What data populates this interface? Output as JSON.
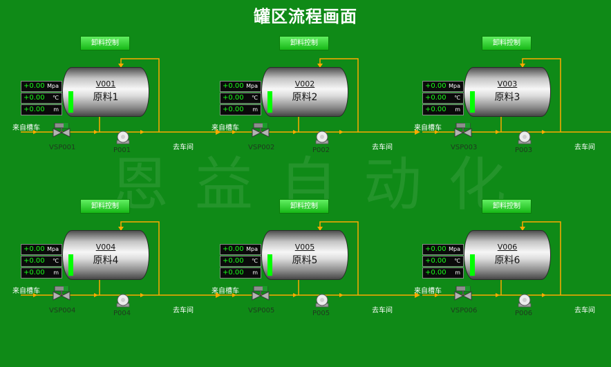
{
  "title": "罐区流程画面",
  "watermark": "恩益自动化",
  "colors": {
    "background": "#0f8a17",
    "pipe": "#ffaa00",
    "button": "#35d335",
    "level": "#00ff00",
    "gauge_value": "#19ff19"
  },
  "labels": {
    "control_button": "卸料控制",
    "source": "来自槽车",
    "destination": "去车间"
  },
  "units": [
    {
      "tank_id": "V001",
      "tank_name": "原料1",
      "valve_id": "VSP001",
      "pump_id": "P001",
      "gauges": [
        {
          "value": "+0.00",
          "unit": "Mpa"
        },
        {
          "value": "+0.00",
          "unit": "℃"
        },
        {
          "value": "+0.00",
          "unit": "m"
        }
      ]
    },
    {
      "tank_id": "V002",
      "tank_name": "原料2",
      "valve_id": "VSP002",
      "pump_id": "P002",
      "gauges": [
        {
          "value": "+0.00",
          "unit": "Mpa"
        },
        {
          "value": "+0.00",
          "unit": "℃"
        },
        {
          "value": "+0.00",
          "unit": "m"
        }
      ]
    },
    {
      "tank_id": "V003",
      "tank_name": "原料3",
      "valve_id": "VSP003",
      "pump_id": "P003",
      "gauges": [
        {
          "value": "+0.00",
          "unit": "Mpa"
        },
        {
          "value": "+0.00",
          "unit": "℃"
        },
        {
          "value": "+0.00",
          "unit": "m"
        }
      ]
    },
    {
      "tank_id": "V004",
      "tank_name": "原料4",
      "valve_id": "VSP004",
      "pump_id": "P004",
      "gauges": [
        {
          "value": "+0.00",
          "unit": "Mpa"
        },
        {
          "value": "+0.00",
          "unit": "℃"
        },
        {
          "value": "+0.00",
          "unit": "m"
        }
      ]
    },
    {
      "tank_id": "V005",
      "tank_name": "原料5",
      "valve_id": "VSP005",
      "pump_id": "P005",
      "gauges": [
        {
          "value": "+0.00",
          "unit": "Mpa"
        },
        {
          "value": "+0.00",
          "unit": "℃"
        },
        {
          "value": "+0.00",
          "unit": "m"
        }
      ]
    },
    {
      "tank_id": "V006",
      "tank_name": "原料6",
      "valve_id": "VSP006",
      "pump_id": "P006",
      "gauges": [
        {
          "value": "+0.00",
          "unit": "Mpa"
        },
        {
          "value": "+0.00",
          "unit": "℃"
        },
        {
          "value": "+0.00",
          "unit": "m"
        }
      ]
    }
  ]
}
